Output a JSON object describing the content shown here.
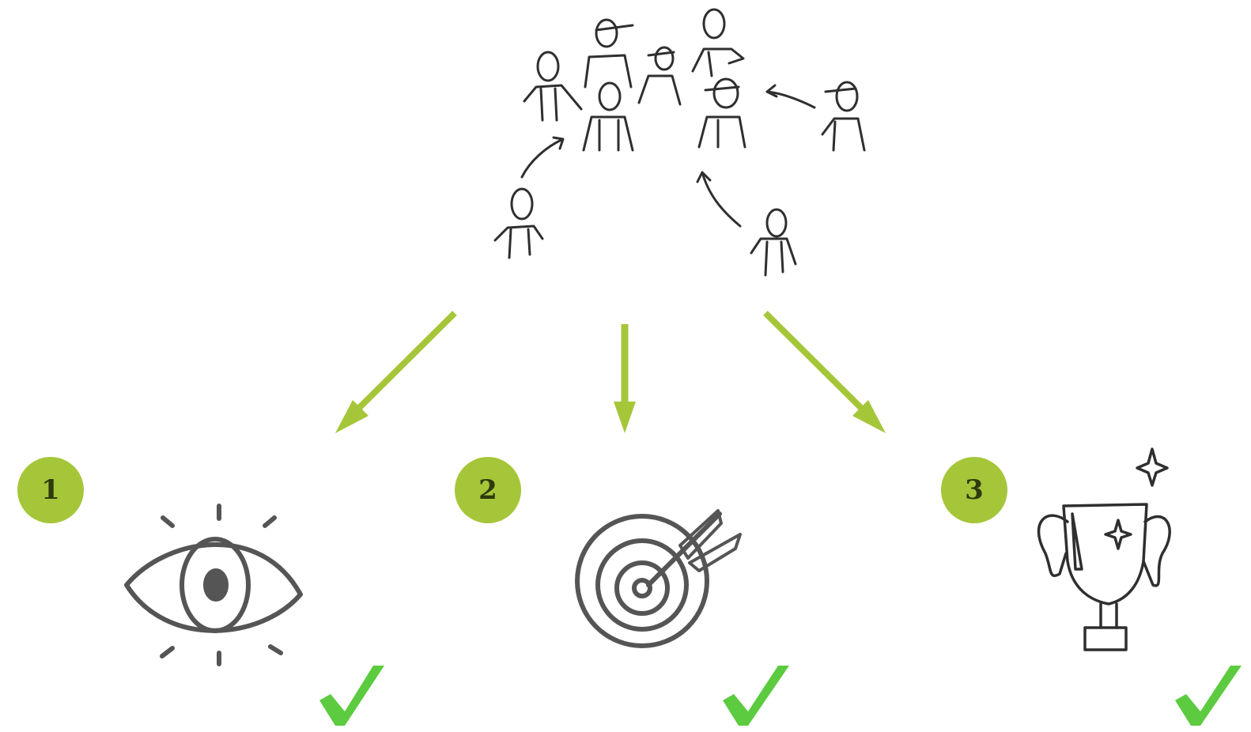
{
  "steps": [
    {
      "number": "1",
      "icon": "eye-icon"
    },
    {
      "number": "2",
      "icon": "target-icon"
    },
    {
      "number": "3",
      "icon": "trophy-icon"
    }
  ],
  "crowd_icon": "group-of-people",
  "colors": {
    "accent": "#a6c63a",
    "badge_text": "#2d3b0c",
    "check": "#5ccb3f",
    "icon_stroke": "#555555",
    "sketch_stroke": "#2f2f2f"
  }
}
